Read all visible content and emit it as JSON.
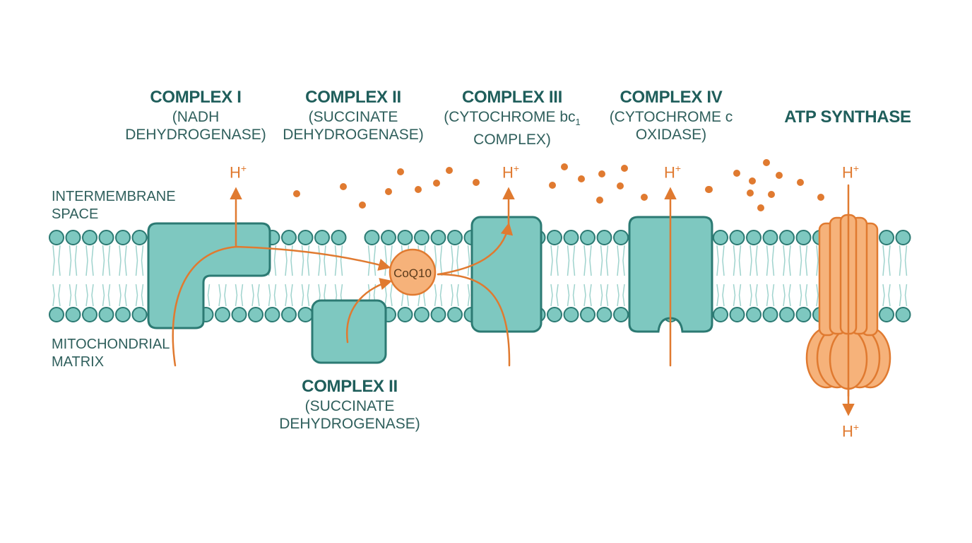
{
  "complexes": [
    {
      "id": "c1",
      "title": "COMPLEX I",
      "line1": "(NADH",
      "line2": "DEHYDROGENASE)"
    },
    {
      "id": "c2",
      "title": "COMPLEX II",
      "line1": "(SUCCINATE",
      "line2": "DEHYDROGENASE)"
    },
    {
      "id": "c3",
      "title": "COMPLEX III",
      "line1": "(CYTOCHROME bc",
      "line1_sub": "1",
      "line2": "COMPLEX)"
    },
    {
      "id": "c4",
      "title": "COMPLEX IV",
      "line1": "(CYTOCHROME c",
      "line2": "OXIDASE)"
    },
    {
      "id": "atp",
      "title": "ATP SYNTHASE"
    }
  ],
  "complex2_bottom": {
    "title": "COMPLEX II",
    "line1": "(SUCCINATE",
    "line2": "DEHYDROGENASE)"
  },
  "regions": {
    "intermembrane_1": "INTERMEMBRANE",
    "intermembrane_2": "SPACE",
    "matrix_1": "MITOCHONDRIAL",
    "matrix_2": "MATRIX"
  },
  "proton": {
    "symbol": "H",
    "charge": "+"
  },
  "coq10": "CoQ10",
  "colors": {
    "teal_fill": "#7ec8c0",
    "teal_stroke": "#2c7a73",
    "orange_arrow": "#e07a30",
    "orange_fill": "#f6b27a",
    "label_dark": "#1f5e5b",
    "label_text": "#2f5f5c"
  }
}
